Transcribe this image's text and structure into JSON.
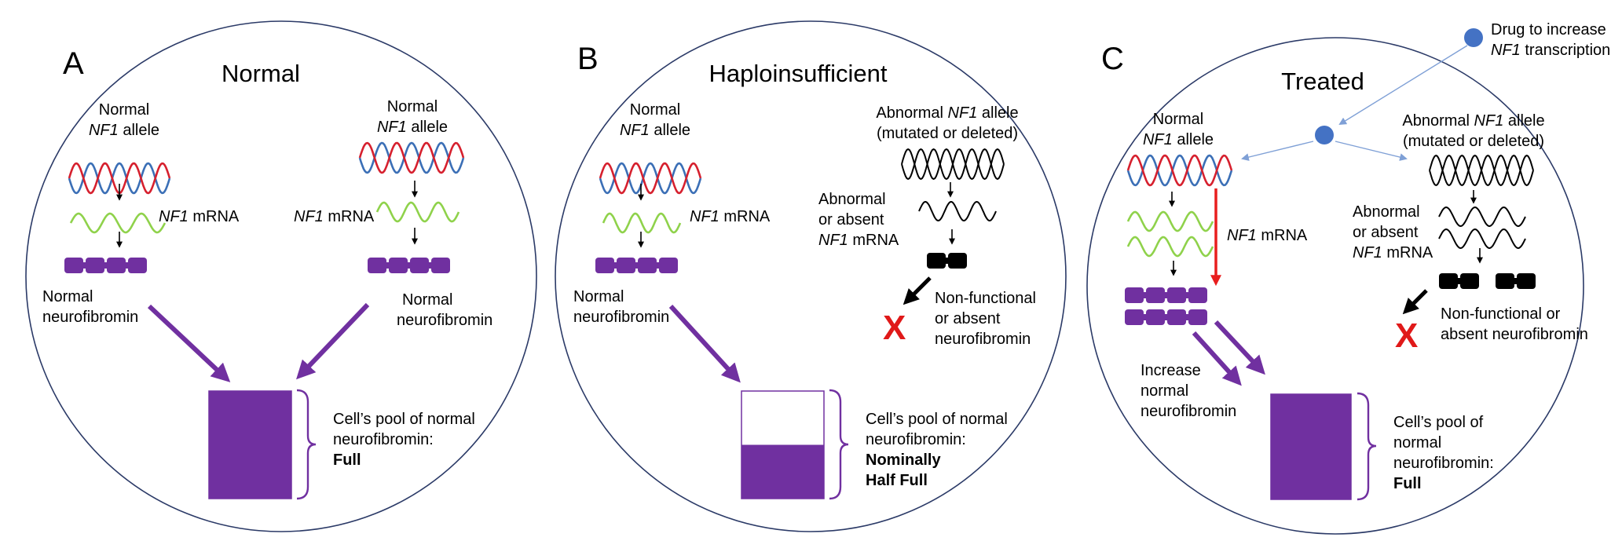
{
  "colors": {
    "purple": "#7030a0",
    "red_arrow": "#e81e1e",
    "x_mark": "#e01919",
    "drug_blue": "#4472c4",
    "dna_red": "#d6202e",
    "dna_blue": "#3b6fb6",
    "mrna_green": "#8fd24b",
    "outline": "#2b3a67"
  },
  "panels": [
    {
      "letter": "A",
      "title": "Normal",
      "left_allele": [
        "Normal",
        "NF1",
        " allele"
      ],
      "left_mrna": [
        "NF1",
        " mRNA"
      ],
      "left_protein": [
        "Normal",
        "neurofibromin"
      ],
      "right_allele": [
        "Normal",
        "NF1",
        " allele"
      ],
      "right_mrna": [
        "NF1",
        " mRNA"
      ],
      "right_protein": [
        "Normal",
        "neurofibromin"
      ],
      "pool": [
        "Cell’s pool of normal",
        "neurofibromin:",
        "Full"
      ],
      "pool_fill": 1.0
    },
    {
      "letter": "B",
      "title": "Haploinsufficient",
      "left_allele": [
        "Normal",
        "NF1",
        " allele"
      ],
      "left_mrna": [
        "NF1",
        " mRNA"
      ],
      "left_protein": [
        "Normal",
        "neurofibromin"
      ],
      "abnormal_allele": [
        "Abnormal ",
        "NF1",
        " allele",
        "(mutated or deleted)"
      ],
      "abnormal_mrna": [
        "Abnormal",
        "or absent",
        "NF1",
        " mRNA"
      ],
      "nonfunctional": [
        "Non-functional",
        "or absent",
        "neurofibromin"
      ],
      "x_mark": "X",
      "pool": [
        "Cell’s pool of normal",
        "neurofibromin:",
        "Nominally",
        "Half Full"
      ],
      "pool_fill": 0.5
    },
    {
      "letter": "C",
      "title": "Treated",
      "drug": [
        "Drug to increase",
        "NF1",
        " transcription"
      ],
      "left_allele": [
        "Normal",
        "NF1",
        " allele"
      ],
      "left_mrna": [
        "NF1",
        " mRNA"
      ],
      "increase": [
        "Increase",
        "normal",
        "neurofibromin"
      ],
      "abnormal_allele": [
        "Abnormal ",
        "NF1",
        " allele",
        "(mutated or deleted)"
      ],
      "abnormal_mrna": [
        "Abnormal",
        "or absent",
        "NF1",
        " mRNA"
      ],
      "nonfunctional": [
        "Non-functional or",
        "absent neurofibromin"
      ],
      "x_mark": "X",
      "pool": [
        "Cell’s pool of",
        "normal",
        "neurofibromin:",
        "Full"
      ],
      "pool_fill": 1.0
    }
  ]
}
